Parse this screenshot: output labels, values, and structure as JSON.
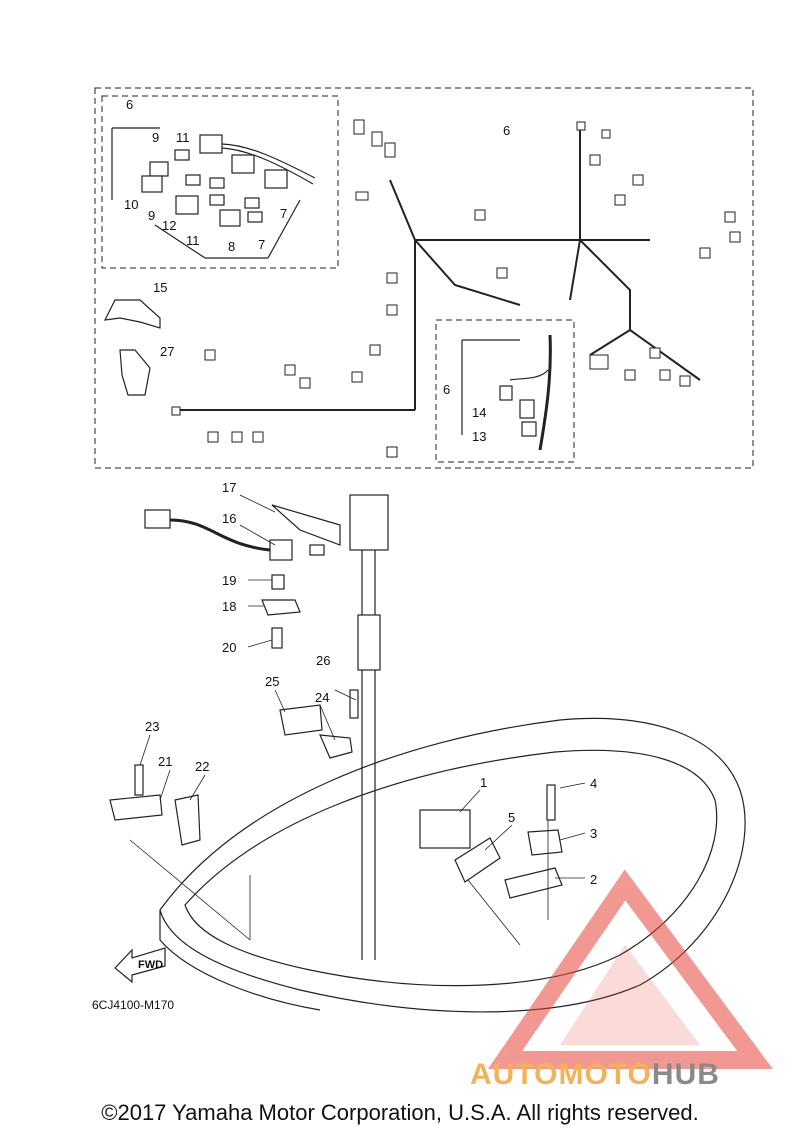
{
  "diagram": {
    "code": "6CJ4100-M170",
    "fwd_label": "FWD",
    "callouts": [
      "1",
      "2",
      "3",
      "4",
      "5",
      "6",
      "6",
      "6",
      "7",
      "7",
      "8",
      "9",
      "9",
      "10",
      "11",
      "11",
      "12",
      "13",
      "14",
      "15",
      "16",
      "17",
      "18",
      "19",
      "20",
      "21",
      "22",
      "23",
      "24",
      "25",
      "26",
      "27"
    ]
  },
  "footer": {
    "copyright": "©2017 Yamaha Motor Corporation, U.S.A. All rights reserved."
  },
  "watermark": {
    "part1": "AUTOMOTO",
    "part2": "HUB",
    "colors": {
      "triangle": "#e8453c",
      "text_primary": "#f4b15a",
      "text_secondary": "#8a8a8a"
    }
  },
  "colors": {
    "line": "#222222",
    "background": "#ffffff"
  }
}
